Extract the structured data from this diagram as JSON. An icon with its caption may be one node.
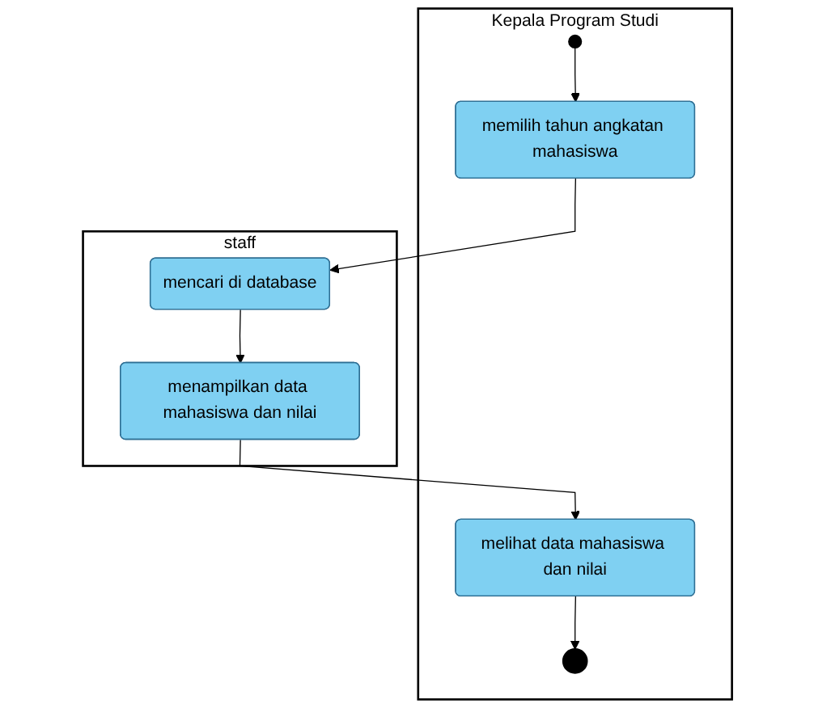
{
  "diagram": {
    "nodes": [
      {
        "text": [
          "Kepala Program Studi"
        ]
      },
      {
        "text": [
          "staff"
        ]
      },
      {
        "text": [],
        "shape": "circle",
        "in": 0
      },
      {
        "text": [
          "memilih tahun angkatan mahasiswa"
        ],
        "in": 0
      },
      {
        "text": [
          "mencari di database"
        ],
        "in": 1
      },
      {
        "text": [
          "menampilkan data mahasiswa dan nilai"
        ],
        "in": 1
      },
      {
        "text": [
          "melihat data mahasiswa dan nilai"
        ],
        "in": 0
      },
      {
        "text": [],
        "shape": "circle",
        "in": 0
      }
    ],
    "edges": [
      {
        "from": 2,
        "to": 3,
        "arrow": "to"
      },
      {
        "from": 3,
        "to": 4,
        "arrow": "to"
      },
      {
        "from": 4,
        "to": 5,
        "arrow": "to"
      },
      {
        "from": 5,
        "to": 6,
        "arrow": "to"
      },
      {
        "from": 6,
        "to": 7,
        "arrow": "to"
      }
    ]
  }
}
